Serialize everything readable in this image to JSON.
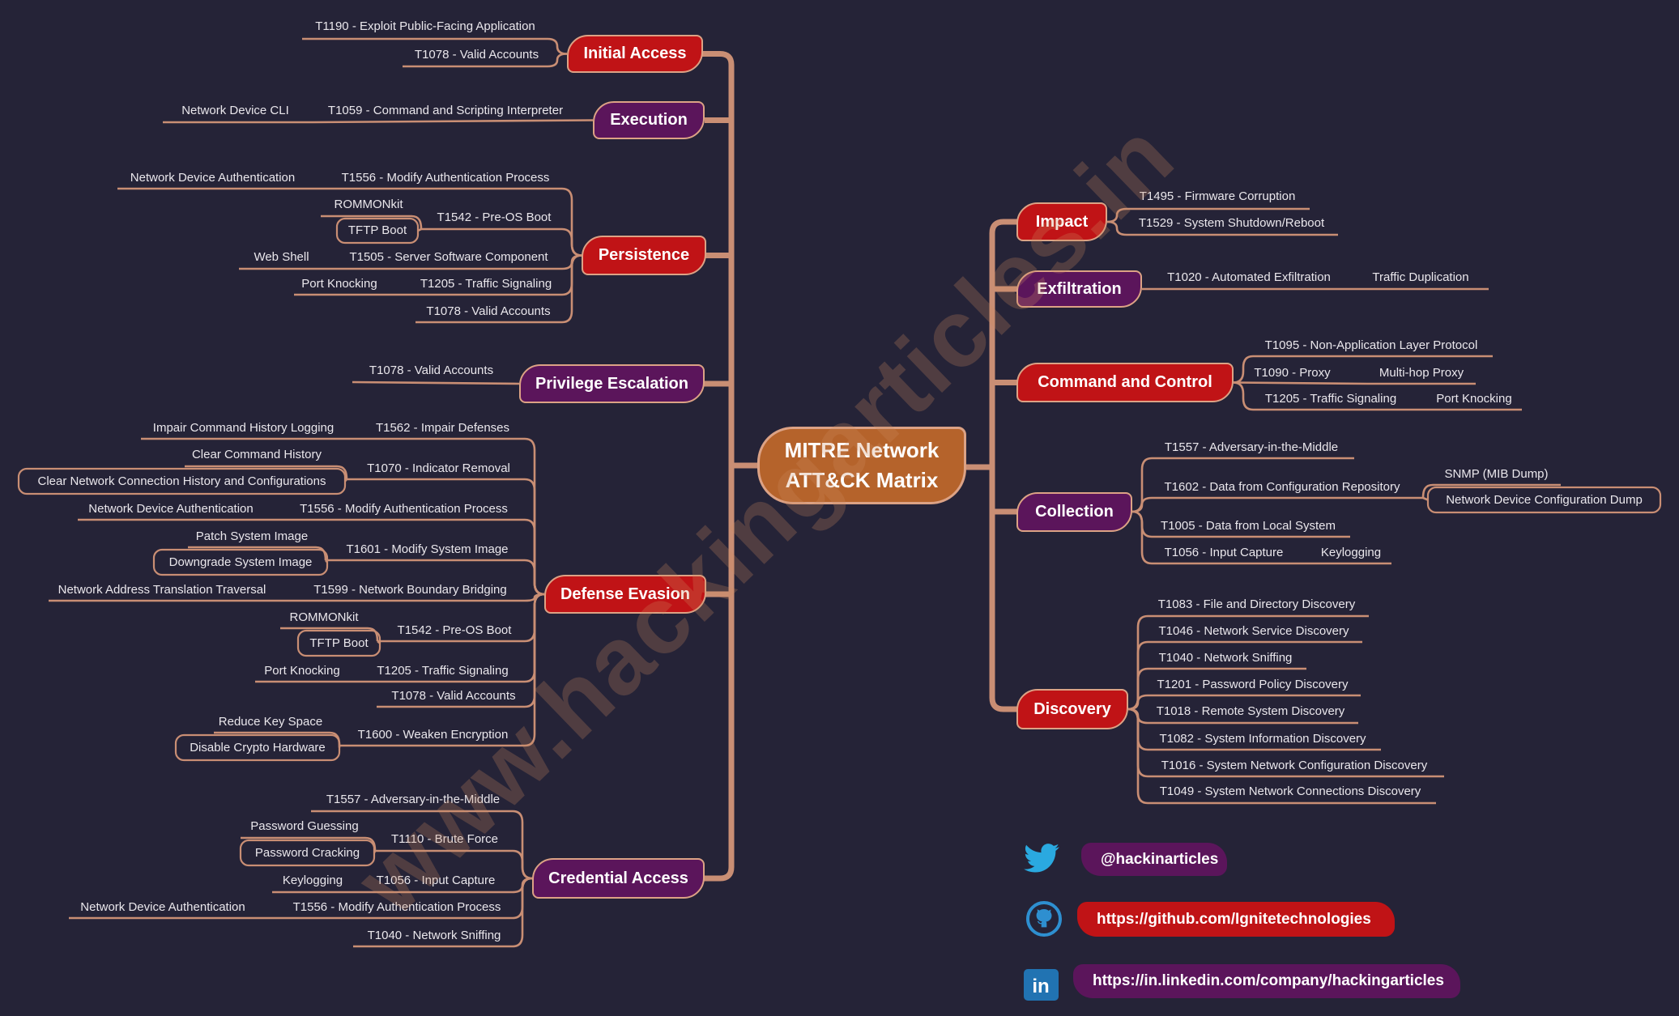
{
  "title": {
    "line1": "MITRE Network",
    "line2": "ATT&CK Matrix"
  },
  "watermark": "www.hackingarticles.in",
  "colors": {
    "background": "#252337",
    "red": "#c01316",
    "purple": "#5b155b",
    "center": "#b5632b",
    "line": "#c98e74",
    "border": "#dca285",
    "text": "#eae7ec",
    "watermark_color": "rgba(205,138,98,0.26)",
    "twitter": "#2aa9e0",
    "github": "#2e8fd0",
    "linkedin": "#2173b2"
  },
  "left": [
    {
      "label": "Initial Access",
      "color": "red",
      "children": [
        {
          "label": "T1190 - Exploit Public-Facing Application"
        },
        {
          "label": "T1078 - Valid Accounts"
        }
      ]
    },
    {
      "label": "Execution",
      "color": "purple",
      "children": [
        {
          "label": "T1059 - Command and Scripting Interpreter",
          "children": [
            {
              "label": "Network Device CLI"
            }
          ]
        }
      ]
    },
    {
      "label": "Persistence",
      "color": "red",
      "children": [
        {
          "label": "T1556 - Modify Authentication Process",
          "children": [
            {
              "label": "Network Device Authentication"
            }
          ]
        },
        {
          "label": "T1542 - Pre-OS Boot",
          "children": [
            {
              "label": "ROMMONkit"
            },
            {
              "label": "TFTP Boot",
              "boxed": true
            }
          ]
        },
        {
          "label": "T1505 - Server Software Component",
          "children": [
            {
              "label": "Web Shell"
            }
          ]
        },
        {
          "label": "T1205 - Traffic Signaling",
          "children": [
            {
              "label": "Port Knocking"
            }
          ]
        },
        {
          "label": "T1078 - Valid Accounts"
        }
      ]
    },
    {
      "label": "Privilege Escalation",
      "color": "purple",
      "children": [
        {
          "label": "T1078 - Valid Accounts"
        }
      ]
    },
    {
      "label": "Defense Evasion",
      "color": "red",
      "children": [
        {
          "label": "T1562 - Impair Defenses",
          "children": [
            {
              "label": "Impair Command History Logging"
            }
          ]
        },
        {
          "label": "T1070 - Indicator Removal",
          "children": [
            {
              "label": "Clear Command History"
            },
            {
              "label": "Clear Network Connection History and Configurations",
              "boxed": true
            }
          ]
        },
        {
          "label": "T1556 - Modify Authentication Process",
          "children": [
            {
              "label": "Network Device Authentication"
            }
          ]
        },
        {
          "label": "T1601 - Modify System Image",
          "children": [
            {
              "label": "Patch System Image"
            },
            {
              "label": "Downgrade System Image",
              "boxed": true
            }
          ]
        },
        {
          "label": "T1599 - Network Boundary Bridging",
          "children": [
            {
              "label": "Network Address Translation Traversal"
            }
          ]
        },
        {
          "label": "T1542 - Pre-OS Boot",
          "children": [
            {
              "label": "ROMMONkit"
            },
            {
              "label": "TFTP Boot",
              "boxed": true
            }
          ]
        },
        {
          "label": "T1205 - Traffic Signaling",
          "children": [
            {
              "label": "Port Knocking"
            }
          ]
        },
        {
          "label": "T1078 - Valid Accounts"
        },
        {
          "label": "T1600 - Weaken Encryption",
          "children": [
            {
              "label": "Reduce Key Space"
            },
            {
              "label": "Disable Crypto Hardware",
              "boxed": true
            }
          ]
        }
      ]
    },
    {
      "label": "Credential Access",
      "color": "purple",
      "children": [
        {
          "label": "T1557 - Adversary-in-the-Middle"
        },
        {
          "label": "T1110 - Brute Force",
          "children": [
            {
              "label": "Password Guessing"
            },
            {
              "label": "Password Cracking",
              "boxed": true
            }
          ]
        },
        {
          "label": "T1056 - Input Capture",
          "children": [
            {
              "label": "Keylogging"
            }
          ]
        },
        {
          "label": "T1556 - Modify Authentication Process",
          "children": [
            {
              "label": "Network Device Authentication"
            }
          ]
        },
        {
          "label": "T1040 - Network Sniffing"
        }
      ]
    }
  ],
  "right": [
    {
      "label": "Impact",
      "color": "red",
      "children": [
        {
          "label": "T1495 - Firmware Corruption"
        },
        {
          "label": "T1529 - System Shutdown/Reboot"
        }
      ]
    },
    {
      "label": "Exfiltration",
      "color": "purple",
      "children": [
        {
          "label": "T1020 - Automated Exfiltration",
          "children": [
            {
              "label": "Traffic Duplication"
            }
          ]
        }
      ]
    },
    {
      "label": "Command and Control",
      "color": "red",
      "children": [
        {
          "label": "T1095 - Non-Application Layer Protocol"
        },
        {
          "label": "T1090 - Proxy",
          "children": [
            {
              "label": "Multi-hop Proxy"
            }
          ]
        },
        {
          "label": "T1205 - Traffic Signaling",
          "children": [
            {
              "label": "Port Knocking"
            }
          ]
        }
      ]
    },
    {
      "label": "Collection",
      "color": "purple",
      "children": [
        {
          "label": "T1557 - Adversary-in-the-Middle"
        },
        {
          "label": "T1602 - Data from Configuration Repository",
          "children": [
            {
              "label": "SNMP (MIB Dump)"
            },
            {
              "label": "Network Device Configuration Dump",
              "boxed": true
            }
          ]
        },
        {
          "label": "T1005 - Data from Local System"
        },
        {
          "label": "T1056 - Input Capture",
          "children": [
            {
              "label": "Keylogging"
            }
          ]
        }
      ]
    },
    {
      "label": "Discovery",
      "color": "red",
      "children": [
        {
          "label": "T1083 - File and Directory Discovery"
        },
        {
          "label": "T1046 - Network Service Discovery"
        },
        {
          "label": "T1040 - Network Sniffing"
        },
        {
          "label": "T1201 - Password Policy Discovery"
        },
        {
          "label": "T1018 - Remote System Discovery"
        },
        {
          "label": "T1082 - System Information Discovery"
        },
        {
          "label": "T1016 - System Network Configuration Discovery"
        },
        {
          "label": "T1049 - System Network Connections Discovery"
        }
      ]
    }
  ],
  "social": [
    {
      "name": "twitter",
      "label": "@hackinarticles",
      "color": "purple"
    },
    {
      "name": "github",
      "label": "https://github.com/Ignitetechnologies",
      "color": "red"
    },
    {
      "name": "linkedin",
      "label": "https://in.linkedin.com/company/hackingarticles",
      "color": "purple"
    }
  ]
}
